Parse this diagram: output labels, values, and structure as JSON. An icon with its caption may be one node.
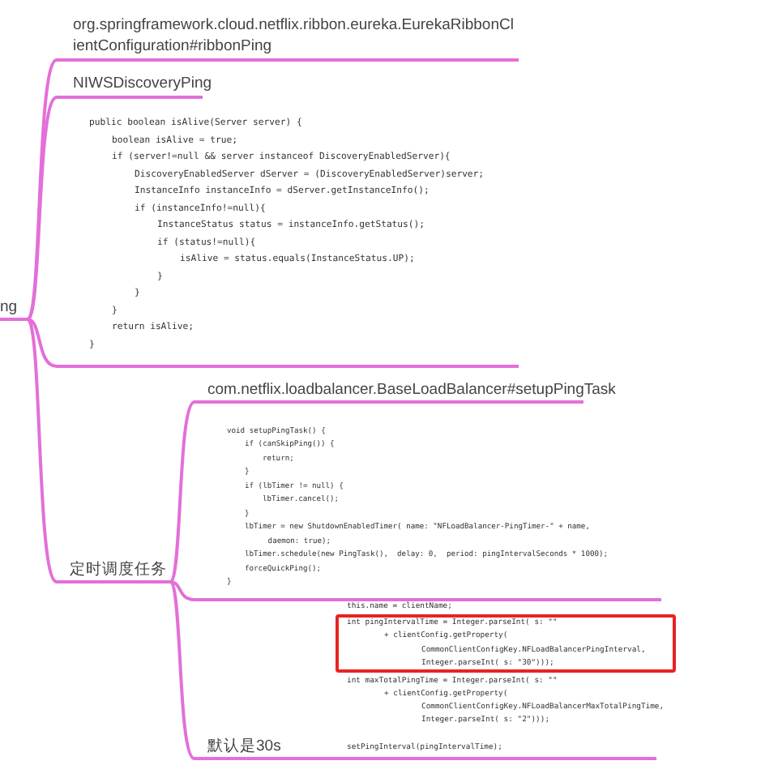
{
  "diagram": {
    "nodes": [
      {
        "text": [
          "ng"
        ]
      },
      {
        "text": [
          "org.springframework.cloud.netflix.ribbon.eureka.EurekaRibbonClientConfiguration#ribbonPing"
        ]
      },
      {
        "text": [
          "NIWSDiscoveryPing"
        ]
      },
      {
        "text": [
          "public boolean isAlive(Server server) {",
          "boolean isAlive = true;",
          "if (server!=null && server instanceof DiscoveryEnabledServer){",
          "DiscoveryEnabledServer dServer = (DiscoveryEnabledServer)server;",
          "InstanceInfo instanceInfo = dServer.getInstanceInfo();",
          "if (instanceInfo!=null){",
          "InstanceStatus status = instanceInfo.getStatus();",
          "if (status!=null){",
          "isAlive = status.equals(InstanceStatus.UP);",
          "}",
          "}",
          "}",
          "return isAlive;",
          "}"
        ]
      },
      {
        "text": [
          "定时调度任务"
        ]
      },
      {
        "text": [
          "com.netflix.loadbalancer.BaseLoadBalancer#setupPingTask"
        ]
      },
      {
        "text": [
          "void setupPingTask() {",
          "if (canSkipPing()) {",
          "return;",
          "}",
          "if (lbTimer != null) {",
          "lbTimer.cancel();",
          "}",
          "lbTimer = new ShutdownEnabledTimer( name: \"NFLoadBalancer-PingTimer-\" + name,",
          "daemon: true);",
          "lbTimer.schedule(new PingTask(),  delay: 0,  period: pingIntervalSeconds * 1000);",
          "forceQuickPing();",
          "}"
        ]
      },
      {
        "text": [
          "默认是30s"
        ]
      },
      {
        "text": [
          "this.name = clientName;",
          "int pingIntervalTime = Integer.parseInt( s: \"\"",
          "+ clientConfig.getProperty(",
          "CommonClientConfigKey.NFLoadBalancerPingInterval,",
          "Integer.parseInt( s: \"30\")));",
          "int maxTotalPingTime = Integer.parseInt( s: \"\"",
          "+ clientConfig.getProperty(",
          "CommonClientConfigKey.NFLoadBalancerMaxTotalPingTime,",
          "Integer.parseInt( s: \"2\")));",
          "setPingInterval(pingIntervalTime);"
        ]
      }
    ],
    "edges": [
      {
        "from": 0,
        "to": 1,
        "arrow": "none"
      },
      {
        "from": 0,
        "to": 2,
        "arrow": "none"
      },
      {
        "from": 0,
        "to": 3,
        "arrow": "none"
      },
      {
        "from": 0,
        "to": 4,
        "arrow": "none"
      },
      {
        "from": 4,
        "to": 5,
        "arrow": "none"
      },
      {
        "from": 4,
        "to": 6,
        "arrow": "none"
      },
      {
        "from": 4,
        "to": 7,
        "arrow": "none"
      }
    ]
  }
}
